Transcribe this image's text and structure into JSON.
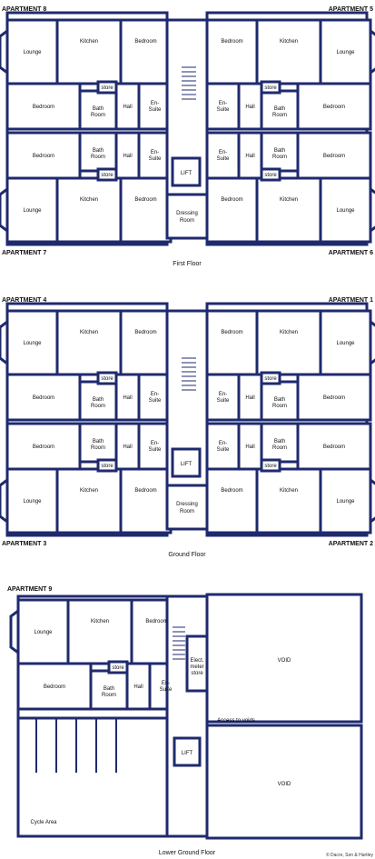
{
  "colors": {
    "wall": "#1f2a6e",
    "room": "#ffffff",
    "void": "#ffffff",
    "window": "#b9c3cc"
  },
  "floors": {
    "first": {
      "title": "First Floor",
      "apartments": {
        "tl": "APARTMENT 8",
        "tr": "APARTMENT 5",
        "bl": "APARTMENT 7",
        "br": "APARTMENT 6"
      }
    },
    "ground": {
      "title": "Ground Floor",
      "apartments": {
        "tl": "APARTMENT 4",
        "tr": "APARTMENT 1",
        "bl": "APARTMENT 3",
        "br": "APARTMENT 2"
      }
    },
    "lower": {
      "title": "Lower Ground Floor",
      "apartment": "APARTMENT 9"
    }
  },
  "rooms": {
    "lounge": "Lounge",
    "kitchen": "Kitchen",
    "bedroom": "Bedroom",
    "store": "store",
    "hall": "Hall",
    "en": "En-",
    "suite": "Suite",
    "bath": "Bath",
    "room": "Room",
    "lift": "LIFT",
    "dressing": "Dressing",
    "void": "VOID",
    "cycle": "Cycle Area",
    "access": "Access to voids",
    "elect": "Elect.",
    "meter": "meter",
    "store_full": "store"
  },
  "copyright": "© Dacre, Son & Hartley"
}
